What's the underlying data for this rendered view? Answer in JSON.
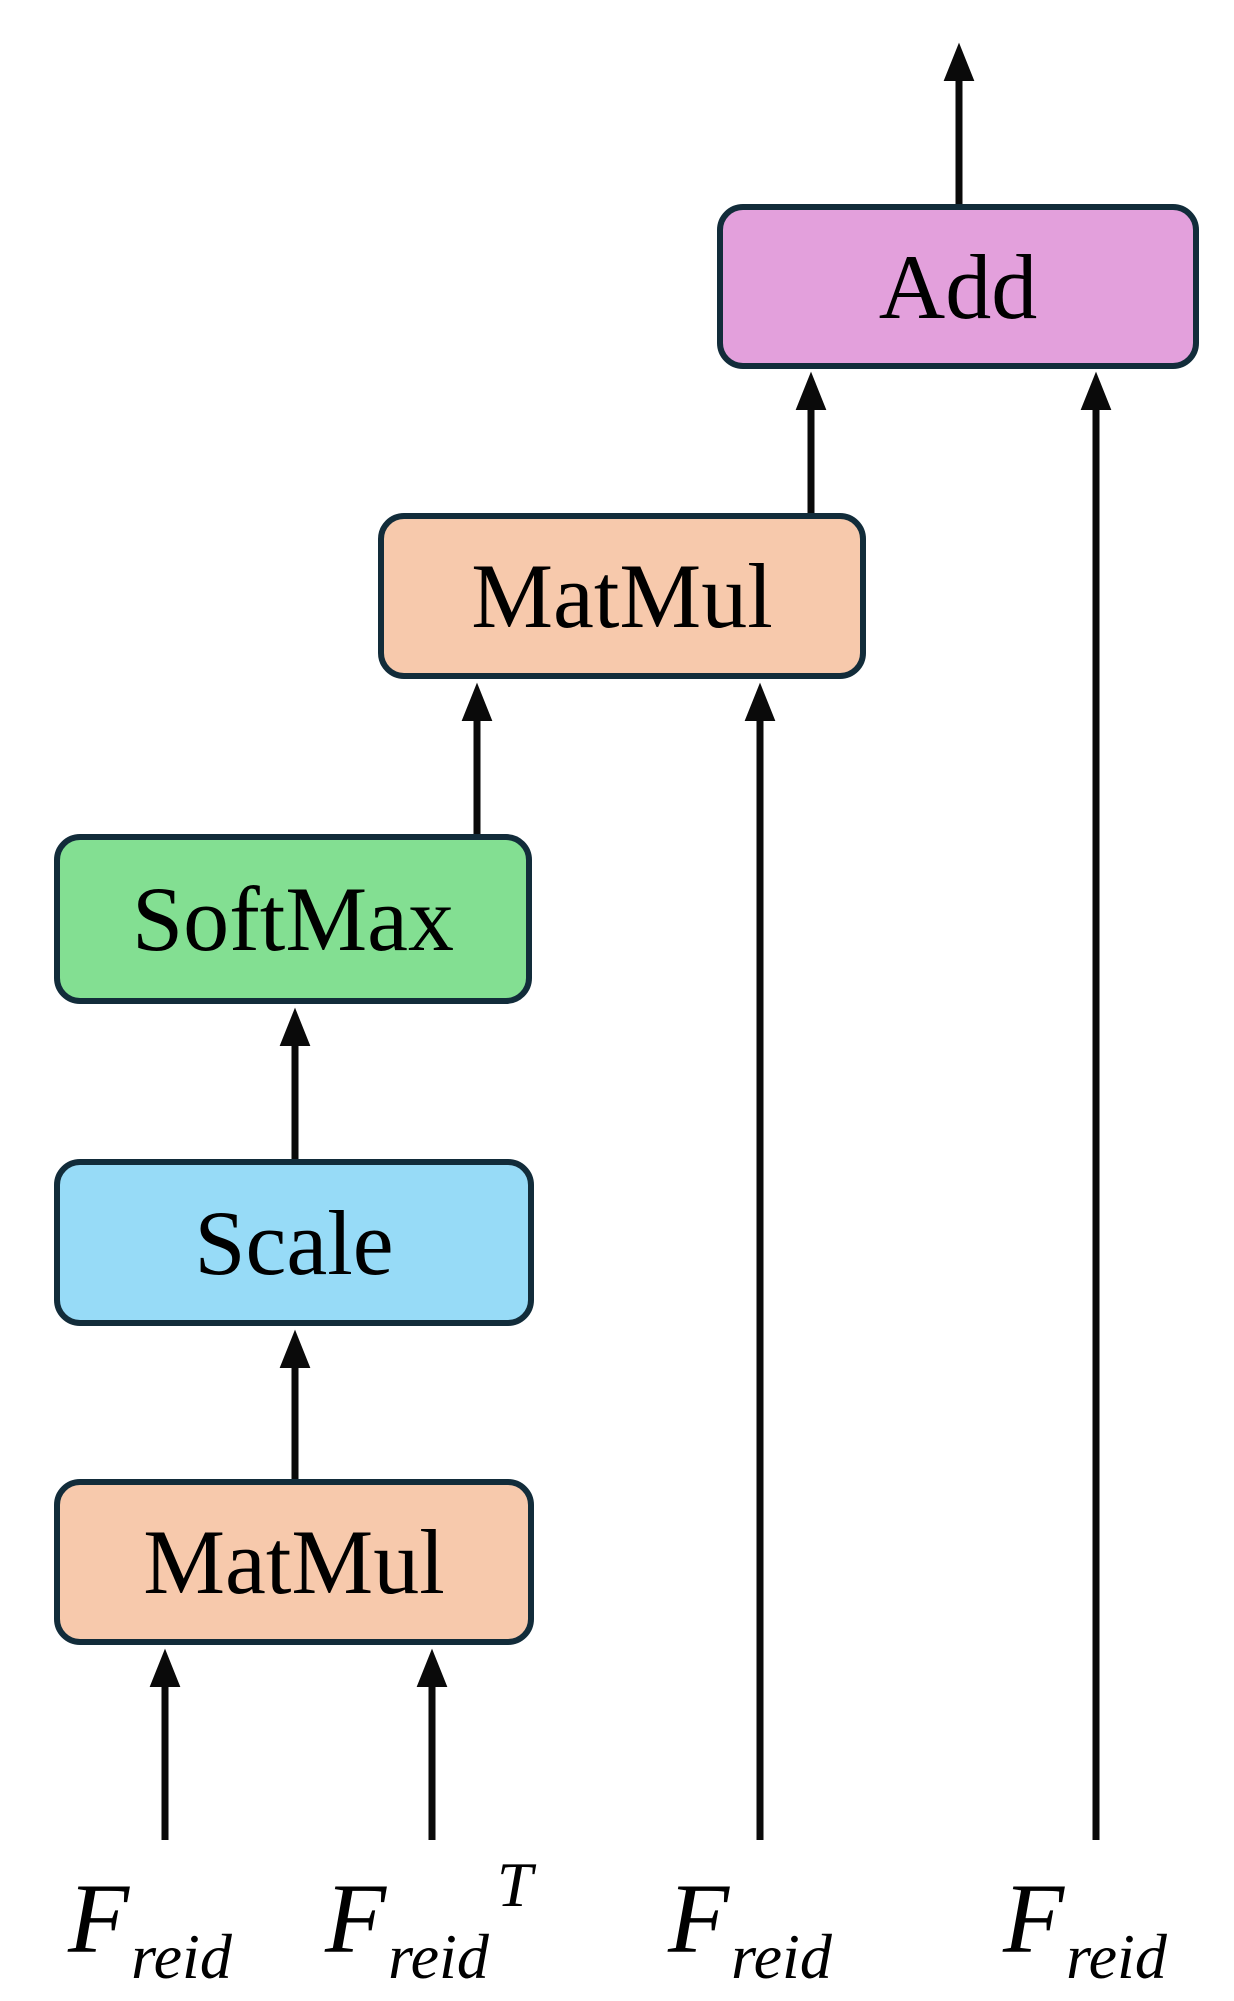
{
  "diagram": {
    "kind": "flowchart",
    "nodes": [
      {
        "id": "add",
        "label": "Add",
        "fill": "#E3A0DC"
      },
      {
        "id": "matmul-upper",
        "label": "MatMul",
        "fill": "#F7C9AC"
      },
      {
        "id": "softmax",
        "label": "SoftMax",
        "fill": "#83DF92"
      },
      {
        "id": "scale",
        "label": "Scale",
        "fill": "#97DBF7"
      },
      {
        "id": "matmul-lower",
        "label": "MatMul",
        "fill": "#F7C9AC"
      }
    ],
    "inputs": [
      {
        "base": "F",
        "sub": "reid",
        "sup": ""
      },
      {
        "base": "F",
        "sub": "reid",
        "sup": "T"
      },
      {
        "base": "F",
        "sub": "reid",
        "sup": ""
      },
      {
        "base": "F",
        "sub": "reid",
        "sup": ""
      }
    ],
    "edges": [
      {
        "from": "add",
        "to": "output"
      },
      {
        "from": "matmul-upper",
        "to": "add"
      },
      {
        "from": "input-4",
        "to": "add"
      },
      {
        "from": "softmax",
        "to": "matmul-upper"
      },
      {
        "from": "input-3",
        "to": "matmul-upper"
      },
      {
        "from": "scale",
        "to": "softmax"
      },
      {
        "from": "matmul-lower",
        "to": "scale"
      },
      {
        "from": "input-1",
        "to": "matmul-lower"
      },
      {
        "from": "input-2",
        "to": "matmul-lower"
      }
    ],
    "colors": {
      "background": "#FFFFFF",
      "border": "#122C3A",
      "arrow": "#0A0A0A",
      "text": "#000000"
    }
  }
}
